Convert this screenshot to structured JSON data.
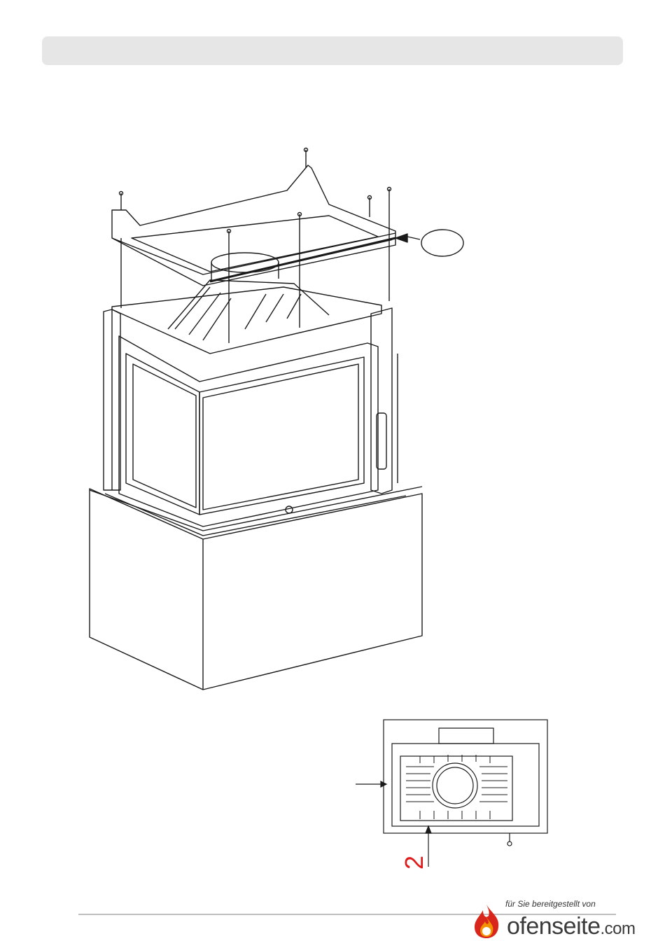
{
  "callout": {
    "number": "2"
  },
  "footer": {
    "tagline": "für Sie bereitgestellt von",
    "brand_name": "ofenseite",
    "brand_tld": ".com"
  },
  "colors": {
    "header_bar": "#e6e6e6",
    "line": "#1a1a1a",
    "callout_red": "#e01a1a",
    "flame_red": "#d9261c",
    "flame_orange": "#f39200"
  }
}
